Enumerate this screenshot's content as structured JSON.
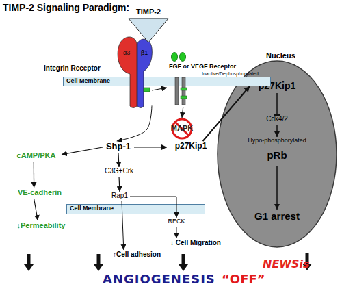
{
  "diagram": {
    "title": "TIMP-2 Signaling Paradigm:",
    "nodes": [
      {
        "text": [
          "TIMP-2"
        ]
      },
      {
        "text": [
          "Integrin Receptor",
          "α3",
          "β1"
        ]
      },
      {
        "text": [
          "FGF or VEGF Receptor",
          "Inactive/Dephosphorylated"
        ]
      },
      {
        "text": [
          "Cell Membrane"
        ]
      },
      {
        "text": [
          "MAPK"
        ]
      },
      {
        "text": [
          "Nucleus"
        ]
      },
      {
        "text": [
          "p27Kip1"
        ],
        "in": 5
      },
      {
        "text": [
          "Cdk4/2"
        ],
        "in": 5
      },
      {
        "text": [
          "Hypo-phosphorylated",
          "pRb"
        ],
        "in": 5
      },
      {
        "text": [
          "G1 arrest"
        ],
        "in": 5
      },
      {
        "text": [
          "Shp-1"
        ]
      },
      {
        "text": [
          "cAMP/PKA"
        ]
      },
      {
        "text": [
          "p27Kip1"
        ]
      },
      {
        "text": [
          "C3G+Crk"
        ]
      },
      {
        "text": [
          "VE-cadherin"
        ]
      },
      {
        "text": [
          "Rap1"
        ]
      },
      {
        "text": [
          "Cell Membrane"
        ]
      },
      {
        "text": [
          "RECK"
        ]
      },
      {
        "text": [
          "↓Permeability"
        ]
      },
      {
        "text": [
          "↓ Cell Migration"
        ]
      },
      {
        "text": [
          "↑Cell adhesion"
        ]
      }
    ],
    "edges": [
      {
        "from": 1,
        "to": 2,
        "arrow": "to"
      },
      {
        "from": 1,
        "to": 10,
        "arrow": "to"
      },
      {
        "from": 2,
        "to": 4,
        "arrow": "to"
      },
      {
        "from": 10,
        "to": 11,
        "arrow": "to"
      },
      {
        "from": 10,
        "to": 12,
        "arrow": "to"
      },
      {
        "from": 10,
        "to": 13,
        "arrow": "to"
      },
      {
        "from": 13,
        "to": 15,
        "arrow": "to"
      },
      {
        "from": 15,
        "to": 17,
        "arrow": "to"
      },
      {
        "from": 15,
        "to": 20,
        "arrow": "to"
      },
      {
        "from": 17,
        "to": 19,
        "arrow": "to"
      },
      {
        "from": 11,
        "to": 14,
        "arrow": "to"
      },
      {
        "from": 14,
        "to": 18,
        "arrow": "to"
      },
      {
        "from": 12,
        "to": 6,
        "arrow": "to"
      },
      {
        "from": 6,
        "to": 7,
        "arrow": "to"
      },
      {
        "from": 7,
        "to": 8,
        "arrow": "to"
      },
      {
        "from": 8,
        "to": 9,
        "arrow": "to"
      }
    ],
    "labels": [
      "ANGIOGENESIS",
      "“OFF”",
      "NEWSis"
    ]
  }
}
